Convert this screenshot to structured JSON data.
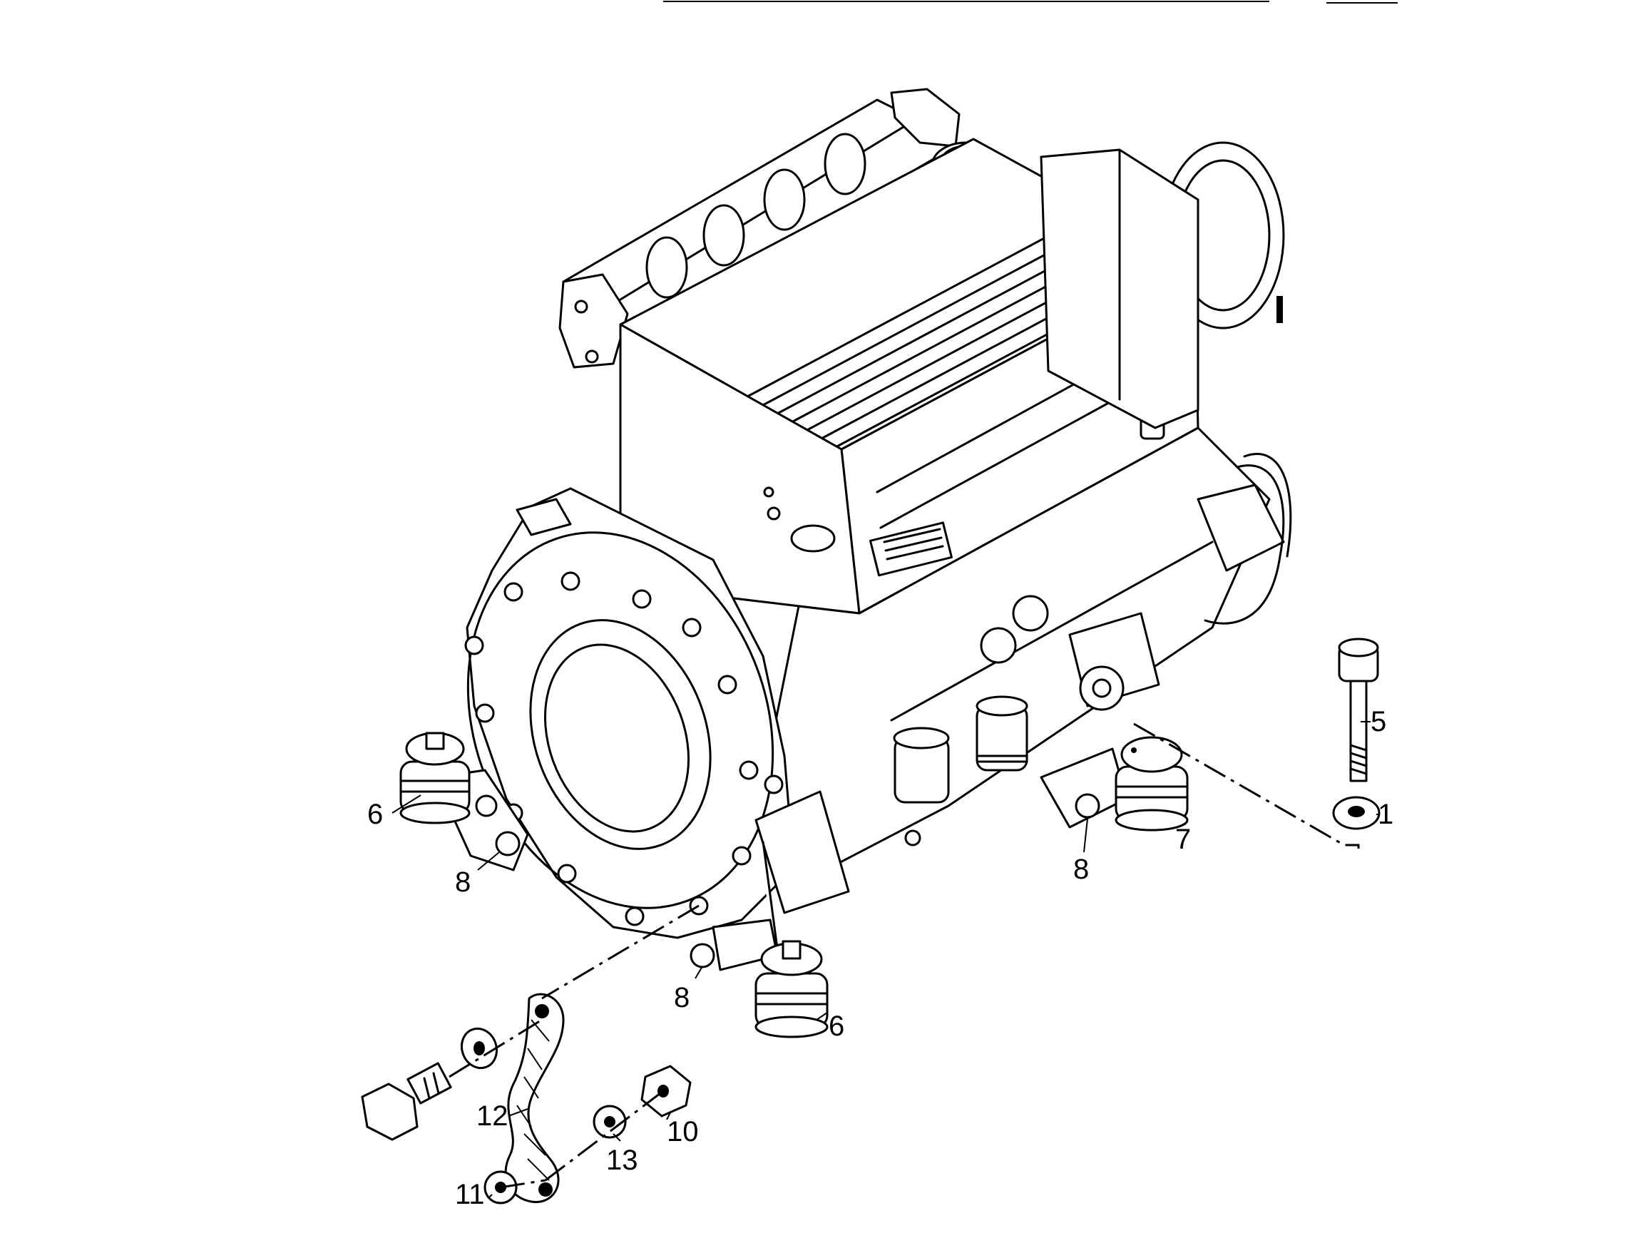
{
  "diagram": {
    "kind": "exploded parts illustration",
    "subject": "air-cooled engine with mounting parts",
    "callouts": {
      "c1": "1",
      "c5": "5",
      "c6_left": "6",
      "c6_front": "6",
      "c7": "7",
      "c8_left": "8",
      "c8_front": "8",
      "c8_right": "8",
      "c10": "10",
      "c11": "11",
      "c12": "12",
      "c13": "13"
    },
    "colors": {
      "ink": "#000000",
      "paper": "#ffffff"
    }
  }
}
